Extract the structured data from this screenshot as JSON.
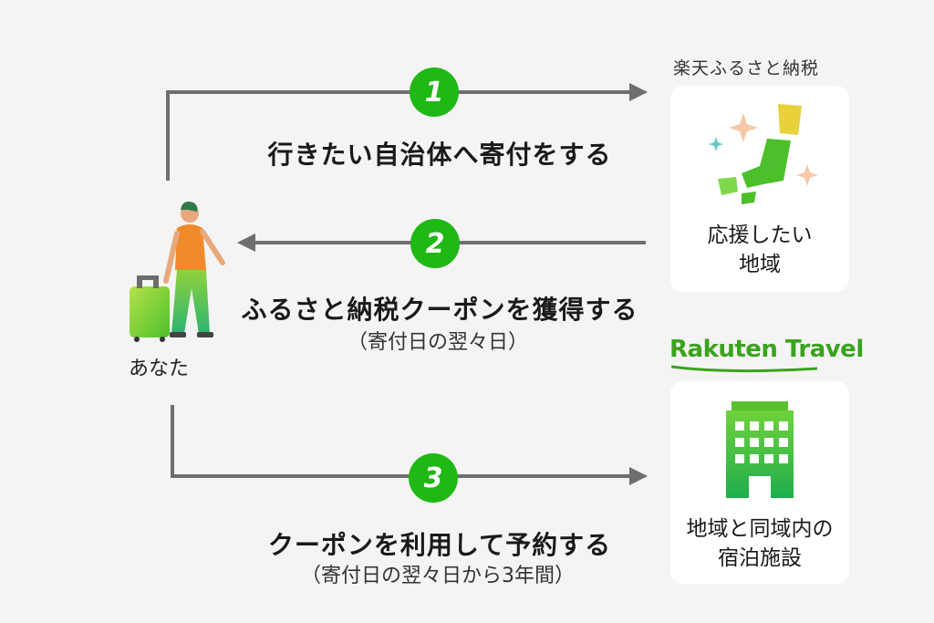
{
  "steps": [
    {
      "number": "1",
      "title": "行きたい自治体へ寄付をする",
      "note": ""
    },
    {
      "number": "2",
      "title": "ふるさと納税クーポンを獲得する",
      "note": "（寄付日の翌々日）"
    },
    {
      "number": "3",
      "title": "クーポンを利用して予約する",
      "note": "（寄付日の翌々日から3年間）"
    }
  ],
  "you": {
    "label": "あなた"
  },
  "furusato": {
    "brand": "楽天ふるさと納税",
    "card_line1": "応援したい",
    "card_line2": "地域"
  },
  "travel": {
    "brand": "Rakuten Travel",
    "card_line1": "地域と同域内の",
    "card_line2": "宿泊施設"
  },
  "colors": {
    "accent_green": "#1fb814",
    "arrow_gray": "#6e6e6e",
    "brand_green": "#3aa31d",
    "map_yellow": "#e8d13a",
    "map_green": "#4cc02a"
  },
  "icons": {
    "traveler": "person-with-suitcase-icon",
    "map": "japan-map-icon",
    "hotel": "hotel-building-icon"
  }
}
